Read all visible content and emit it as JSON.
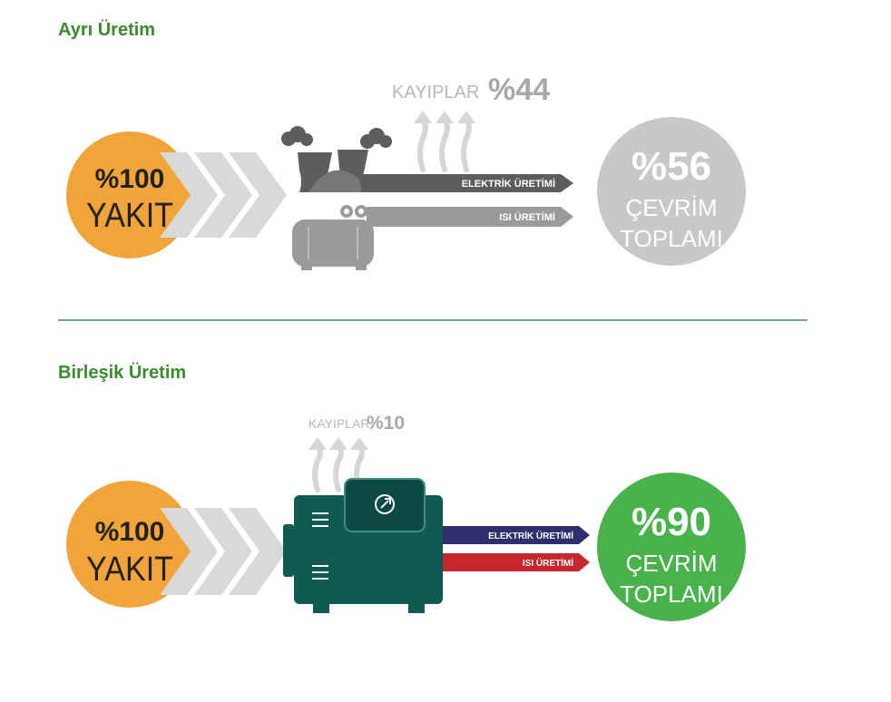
{
  "sections": {
    "separate": {
      "title": "Ayrı Üretim",
      "fuel_percent": "%100",
      "fuel_label": "YAKIT",
      "losses_label": "KAYIPLAR",
      "losses_percent": "%44",
      "electricity_label": "ELEKTRİK ÜRETİMİ",
      "heat_label": "ISI ÜRETİMİ",
      "efficiency_percent": "%56",
      "efficiency_line1": "ÇEVRİM",
      "efficiency_line2": "TOPLAMI"
    },
    "combined": {
      "title": "Birleşik Üretim",
      "fuel_percent": "%100",
      "fuel_label": "YAKIT",
      "losses_label": "KAYIPLAR",
      "losses_percent": "%10",
      "electricity_label": "ELEKTRİK ÜRETİMİ",
      "heat_label": "ISI ÜRETİMİ",
      "efficiency_percent": "%90",
      "efficiency_line1": "ÇEVRİM",
      "efficiency_line2": "TOPLAMI"
    }
  },
  "colors": {
    "title_green": "#3b8a2e",
    "fuel_orange": "#f0a43a",
    "separate_result_gray": "#c8c8c8",
    "combined_result_green": "#49b24a",
    "chevron_gray": "#d9d9d9",
    "arrow_dark_gray": "#5d5d5d",
    "arrow_light_gray": "#9a9a9a",
    "electric_navy": "#2f2e6e",
    "heat_red": "#c8262f",
    "unit_teal": "#0f5a52"
  },
  "icons": [
    "power-plant-icon",
    "boiler-icon",
    "chp-engine-icon",
    "heat-loss-arrows-icon",
    "chevron-arrows-icon"
  ]
}
